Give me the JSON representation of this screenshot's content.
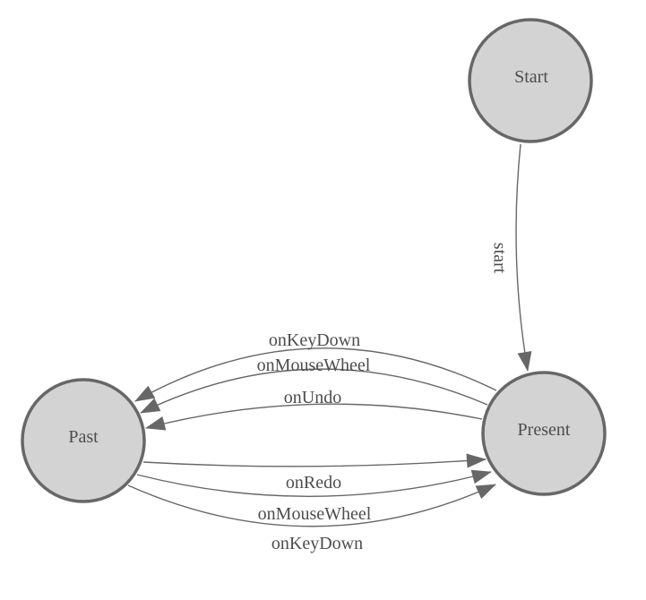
{
  "diagram": {
    "type": "finite-state-machine",
    "colors": {
      "background": "#ffffff",
      "node_fill": "#d3d3d3",
      "node_stroke": "#676767",
      "edge_stroke": "#676767",
      "arrowhead_fill": "#676767",
      "label_text": "#4d4d4d"
    },
    "nodes": [
      {
        "id": "start",
        "label": "Start"
      },
      {
        "id": "present",
        "label": "Present"
      },
      {
        "id": "past",
        "label": "Past"
      }
    ],
    "edges": [
      {
        "from": "Start",
        "to": "Present",
        "label": "start"
      },
      {
        "from": "Present",
        "to": "Past",
        "label": "onKeyDown"
      },
      {
        "from": "Present",
        "to": "Past",
        "label": "onMouseWheel"
      },
      {
        "from": "Present",
        "to": "Past",
        "label": "onUndo"
      },
      {
        "from": "Past",
        "to": "Present",
        "label": "onRedo"
      },
      {
        "from": "Past",
        "to": "Present",
        "label": "onMouseWheel"
      },
      {
        "from": "Past",
        "to": "Present",
        "label": "onKeyDown"
      }
    ]
  }
}
